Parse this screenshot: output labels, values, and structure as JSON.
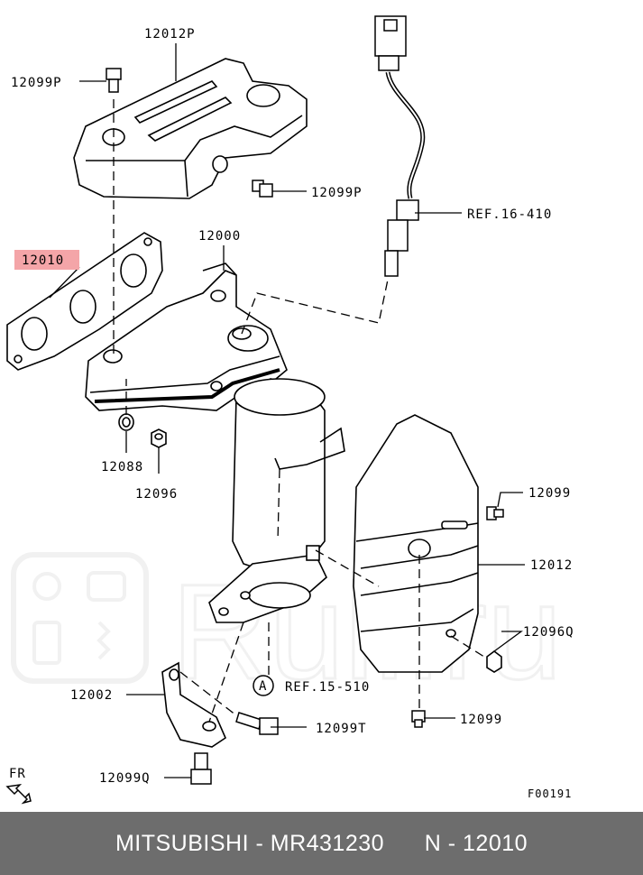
{
  "labels": {
    "top_heat_shield": "12012P",
    "bolt_top_left": "12099P",
    "bolt_top_right": "12099P",
    "o2_sensor_ref": "REF.16-410",
    "gasket": "12010",
    "manifold": "12000",
    "nut_12088": "12088",
    "nut_12096": "12096",
    "bolt_right_upper": "12099",
    "lower_heat_shield": "12012",
    "nut_12096q": "12096Q",
    "bracket": "12002",
    "ref_a": "REF.15-510",
    "ref_a_circle": "A",
    "bolt_12099t": "12099T",
    "bolt_right_lower": "12099",
    "bolt_12099q": "12099Q",
    "direction": "FR",
    "figure_code": "F00191"
  },
  "watermark": "Rull.ru",
  "highlight_color": "#f4a5a8",
  "footer": {
    "brand": "MITSUBISHI",
    "part_number": "MR431230",
    "ref": "N - 12010"
  }
}
